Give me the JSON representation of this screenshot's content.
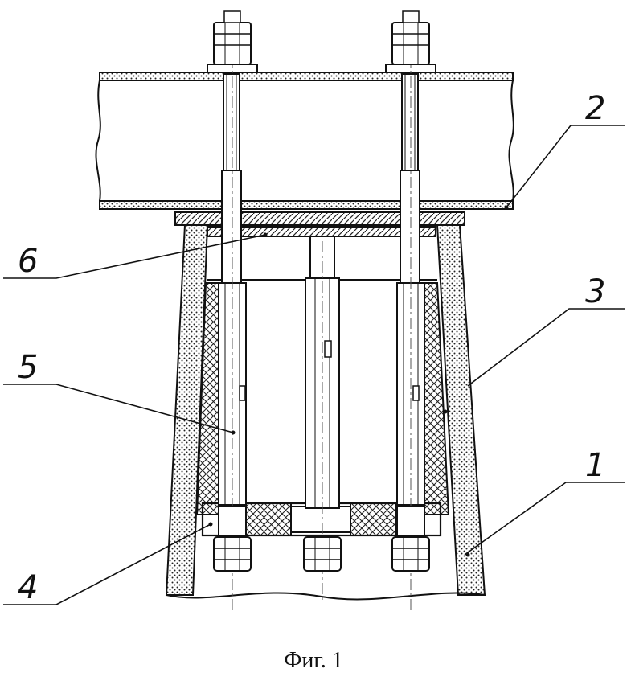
{
  "figure": {
    "caption": "Фиг. 1",
    "callouts": [
      {
        "id": "1",
        "text": "1"
      },
      {
        "id": "2",
        "text": "2"
      },
      {
        "id": "3",
        "text": "3"
      },
      {
        "id": "4",
        "text": "4"
      },
      {
        "id": "5",
        "text": "5"
      },
      {
        "id": "6",
        "text": "6"
      }
    ]
  }
}
